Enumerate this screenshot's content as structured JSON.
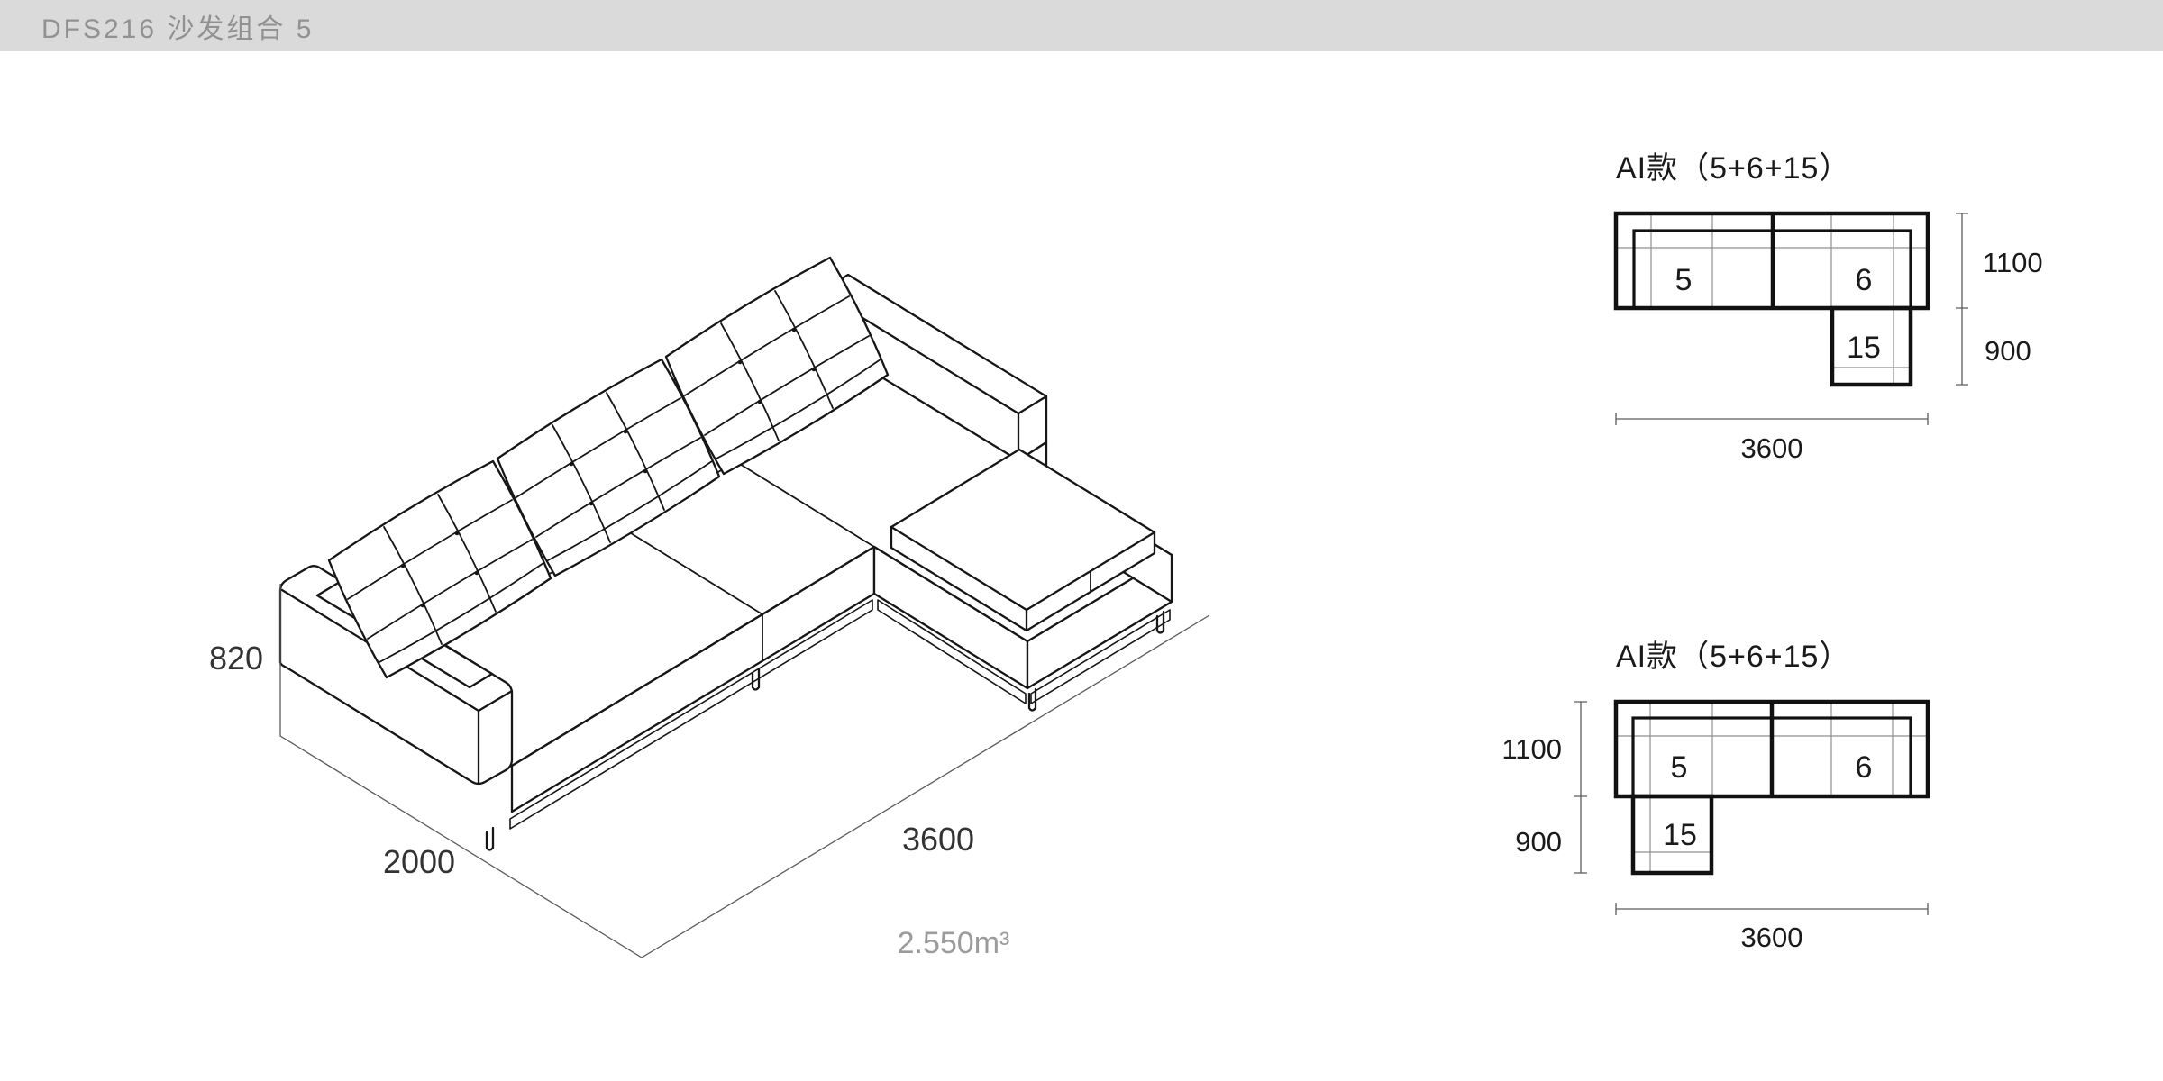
{
  "header": {
    "title": "DFS216 沙发组合 5"
  },
  "colors": {
    "header_bg": "#dadada",
    "header_text": "#919191",
    "line": "#161616",
    "plan_thick": "#111111",
    "grid_thin": "#8f8f8f",
    "dim_line": "#5a5a5a",
    "volume_text": "#9b9b9b"
  },
  "sofa": {
    "height": "820",
    "depth": "2000",
    "length": "3600",
    "volume": "2.550m³"
  },
  "diagrams": [
    {
      "title": "AI款（5+6+15）",
      "module_left": "5",
      "module_right": "6",
      "module_chaise": "15",
      "dim_depth": "1100",
      "dim_chaise": "900",
      "dim_width": "3600",
      "chaise_side": "right"
    },
    {
      "title": "AI款（5+6+15）",
      "module_left": "5",
      "module_right": "6",
      "module_chaise": "15",
      "dim_depth": "1100",
      "dim_chaise": "900",
      "dim_width": "3600",
      "chaise_side": "left"
    }
  ]
}
